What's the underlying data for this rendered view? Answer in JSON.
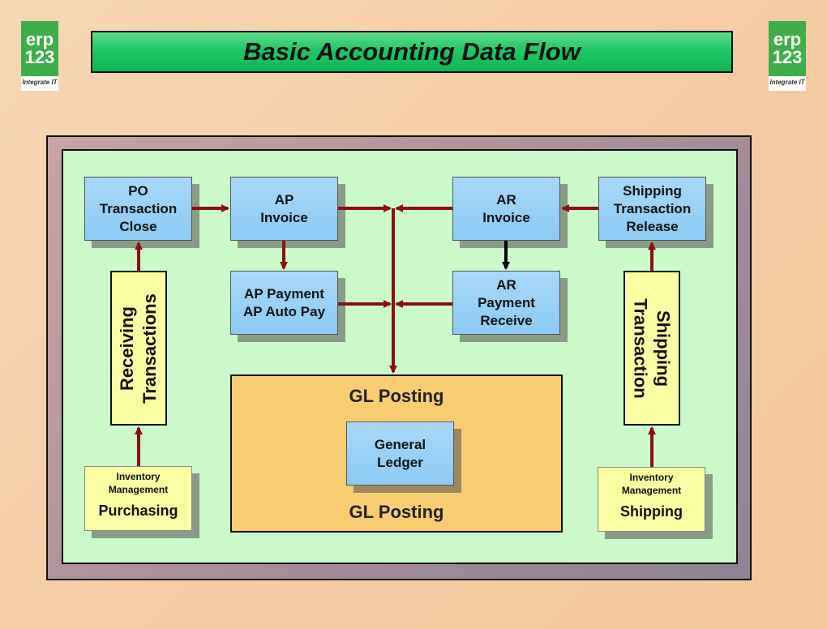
{
  "header": {
    "title": "Basic Accounting Data Flow",
    "logo_text": [
      "erp",
      "123"
    ],
    "logo_tagline": "Integrate IT"
  },
  "nodes": {
    "po_close": [
      "PO",
      "Transaction",
      "Close"
    ],
    "ap_invoice": [
      "AP",
      "Invoice"
    ],
    "ap_payment": [
      "AP Payment",
      "AP Auto Pay"
    ],
    "ar_invoice": [
      "AR",
      "Invoice"
    ],
    "ar_payment": [
      "AR",
      "Payment",
      "Receive"
    ],
    "shipping_release": [
      "Shipping",
      "Transaction",
      "Release"
    ],
    "receiving": [
      "Receiving",
      "Transactions"
    ],
    "shipping_transaction": [
      "Shipping",
      "Transaction"
    ],
    "inventory_purchasing": {
      "label": [
        "Inventory",
        "Management"
      ],
      "module": "Purchasing"
    },
    "inventory_shipping": {
      "label": [
        "Inventory",
        "Management"
      ],
      "module": "Shipping"
    },
    "gl_posting_top": "GL Posting",
    "gl_posting_bottom": "GL Posting",
    "general_ledger": [
      "General",
      "Ledger"
    ]
  },
  "colors": {
    "title_green": "#1fc766",
    "process_blue": "#8ccaf4",
    "note_yellow": "#fbfda3",
    "gl_orange": "#f8cd72",
    "panel_green": "#ccf9c9",
    "arrow_red": "#8b1010"
  }
}
